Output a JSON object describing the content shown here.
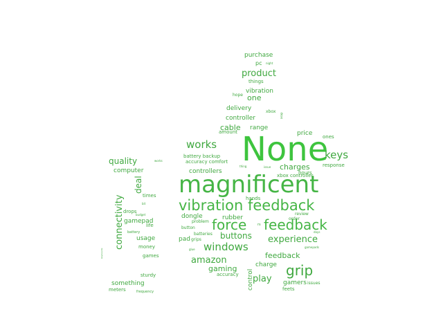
{
  "word_cloud": {
    "colors": {
      "dark": "#3fa83f",
      "mid": "#45b545",
      "bright": "#3ec43e"
    },
    "words": [
      {
        "text": "None",
        "weight": 48,
        "color": "bright"
      },
      {
        "text": "magnificent",
        "weight": 34,
        "color": "mid"
      },
      {
        "text": "vibration feedback",
        "weight": 21,
        "color": "mid"
      },
      {
        "text": "force",
        "weight": 20,
        "color": "mid"
      },
      {
        "text": "feedback",
        "weight": 20,
        "color": "mid"
      },
      {
        "text": "grip",
        "weight": 20,
        "color": "dark"
      },
      {
        "text": "keys",
        "weight": 15,
        "color": "dark"
      },
      {
        "text": "works",
        "weight": 15,
        "color": "dark"
      },
      {
        "text": "windows",
        "weight": 15,
        "color": "dark"
      },
      {
        "text": "product",
        "weight": 13,
        "color": "dark"
      },
      {
        "text": "connectivity",
        "weight": 13,
        "color": "dark",
        "vertical": true
      },
      {
        "text": "experience",
        "weight": 13,
        "color": "dark"
      },
      {
        "text": "amazon",
        "weight": 13,
        "color": "dark"
      },
      {
        "text": "play",
        "weight": 13,
        "color": "dark"
      },
      {
        "text": "quality",
        "weight": 12,
        "color": "dark"
      },
      {
        "text": "deal",
        "weight": 12,
        "color": "dark",
        "vertical": true
      },
      {
        "text": "buttons",
        "weight": 12,
        "color": "dark"
      },
      {
        "text": "one",
        "weight": 11,
        "color": "dark"
      },
      {
        "text": "cable",
        "weight": 11,
        "color": "dark"
      },
      {
        "text": "charges",
        "weight": 11,
        "color": "dark"
      },
      {
        "text": "feedback",
        "weight": 11,
        "color": "dark"
      },
      {
        "text": "gaming",
        "weight": 11,
        "color": "dark"
      },
      {
        "text": "purchase",
        "weight": 9,
        "color": "dark"
      },
      {
        "text": "vibration",
        "weight": 9,
        "color": "dark"
      },
      {
        "text": "delivery",
        "weight": 9,
        "color": "dark"
      },
      {
        "text": "controller",
        "weight": 9,
        "color": "dark"
      },
      {
        "text": "range",
        "weight": 9,
        "color": "dark"
      },
      {
        "text": "price",
        "weight": 9,
        "color": "dark"
      },
      {
        "text": "computer",
        "weight": 9,
        "color": "dark"
      },
      {
        "text": "controllers",
        "weight": 9,
        "color": "dark"
      },
      {
        "text": "dongle",
        "weight": 9,
        "color": "dark"
      },
      {
        "text": "rubber",
        "weight": 9,
        "color": "dark"
      },
      {
        "text": "gamepad",
        "weight": 9,
        "color": "dark"
      },
      {
        "text": "usage",
        "weight": 9,
        "color": "dark"
      },
      {
        "text": "pad",
        "weight": 9,
        "color": "dark"
      },
      {
        "text": "something",
        "weight": 9,
        "color": "dark"
      },
      {
        "text": "charge",
        "weight": 9,
        "color": "dark"
      },
      {
        "text": "gamers",
        "weight": 9,
        "color": "dark"
      },
      {
        "text": "control",
        "weight": 9,
        "color": "dark",
        "vertical": true
      },
      {
        "text": "pc",
        "weight": 8,
        "color": "dark"
      },
      {
        "text": "things",
        "weight": 7,
        "color": "dark"
      },
      {
        "text": "amount",
        "weight": 7,
        "color": "dark"
      },
      {
        "text": "ones",
        "weight": 7,
        "color": "dark"
      },
      {
        "text": "battery backup",
        "weight": 7,
        "color": "dark"
      },
      {
        "text": "accuracy comfort",
        "weight": 7,
        "color": "dark"
      },
      {
        "text": "response",
        "weight": 7,
        "color": "dark"
      },
      {
        "text": "hours",
        "weight": 7,
        "color": "dark"
      },
      {
        "text": "xbox controller",
        "weight": 7,
        "color": "dark"
      },
      {
        "text": "hands",
        "weight": 7,
        "color": "dark"
      },
      {
        "text": "times",
        "weight": 7,
        "color": "dark"
      },
      {
        "text": "drops",
        "weight": 7,
        "color": "dark"
      },
      {
        "text": "life",
        "weight": 7,
        "color": "dark"
      },
      {
        "text": "money",
        "weight": 7,
        "color": "dark"
      },
      {
        "text": "games",
        "weight": 7,
        "color": "dark"
      },
      {
        "text": "sturdy",
        "weight": 7,
        "color": "dark"
      },
      {
        "text": "meters",
        "weight": 7,
        "color": "dark"
      },
      {
        "text": "accuracy",
        "weight": 7,
        "color": "dark"
      },
      {
        "text": "feets",
        "weight": 7,
        "color": "dark"
      },
      {
        "text": "hope",
        "weight": 6,
        "color": "dark"
      },
      {
        "text": "xbox",
        "weight": 6,
        "color": "dark"
      },
      {
        "text": "problem",
        "weight": 6,
        "color": "dark"
      },
      {
        "text": "button",
        "weight": 6,
        "color": "dark"
      },
      {
        "text": "batteries",
        "weight": 6,
        "color": "dark"
      },
      {
        "text": "grips",
        "weight": 6,
        "color": "dark"
      },
      {
        "text": "review",
        "weight": 6,
        "color": "dark"
      },
      {
        "text": "order",
        "weight": 6,
        "color": "dark"
      },
      {
        "text": "issues",
        "weight": 6,
        "color": "dark"
      },
      {
        "text": "frequency",
        "weight": 5,
        "color": "dark"
      },
      {
        "text": "battery",
        "weight": 5,
        "color": "dark"
      },
      {
        "text": "night",
        "weight": 4,
        "color": "dark"
      },
      {
        "text": "thing",
        "weight": 4,
        "color": "dark"
      },
      {
        "text": "issue",
        "weight": 4,
        "color": "dark"
      },
      {
        "text": "asap",
        "weight": 4,
        "color": "dark",
        "vertical": true
      },
      {
        "text": "gamepads",
        "weight": 4,
        "color": "dark"
      },
      {
        "text": "days",
        "weight": 4,
        "color": "dark"
      },
      {
        "text": "glue",
        "weight": 4,
        "color": "dark"
      },
      {
        "text": "budget",
        "weight": 4,
        "color": "dark"
      },
      {
        "text": "works",
        "weight": 4,
        "color": "dark"
      },
      {
        "text": "bit",
        "weight": 4,
        "color": "dark"
      },
      {
        "text": "rs",
        "weight": 5,
        "color": "dark"
      },
      {
        "text": "keyboards",
        "weight": 3,
        "color": "dark",
        "vertical": true
      }
    ]
  }
}
